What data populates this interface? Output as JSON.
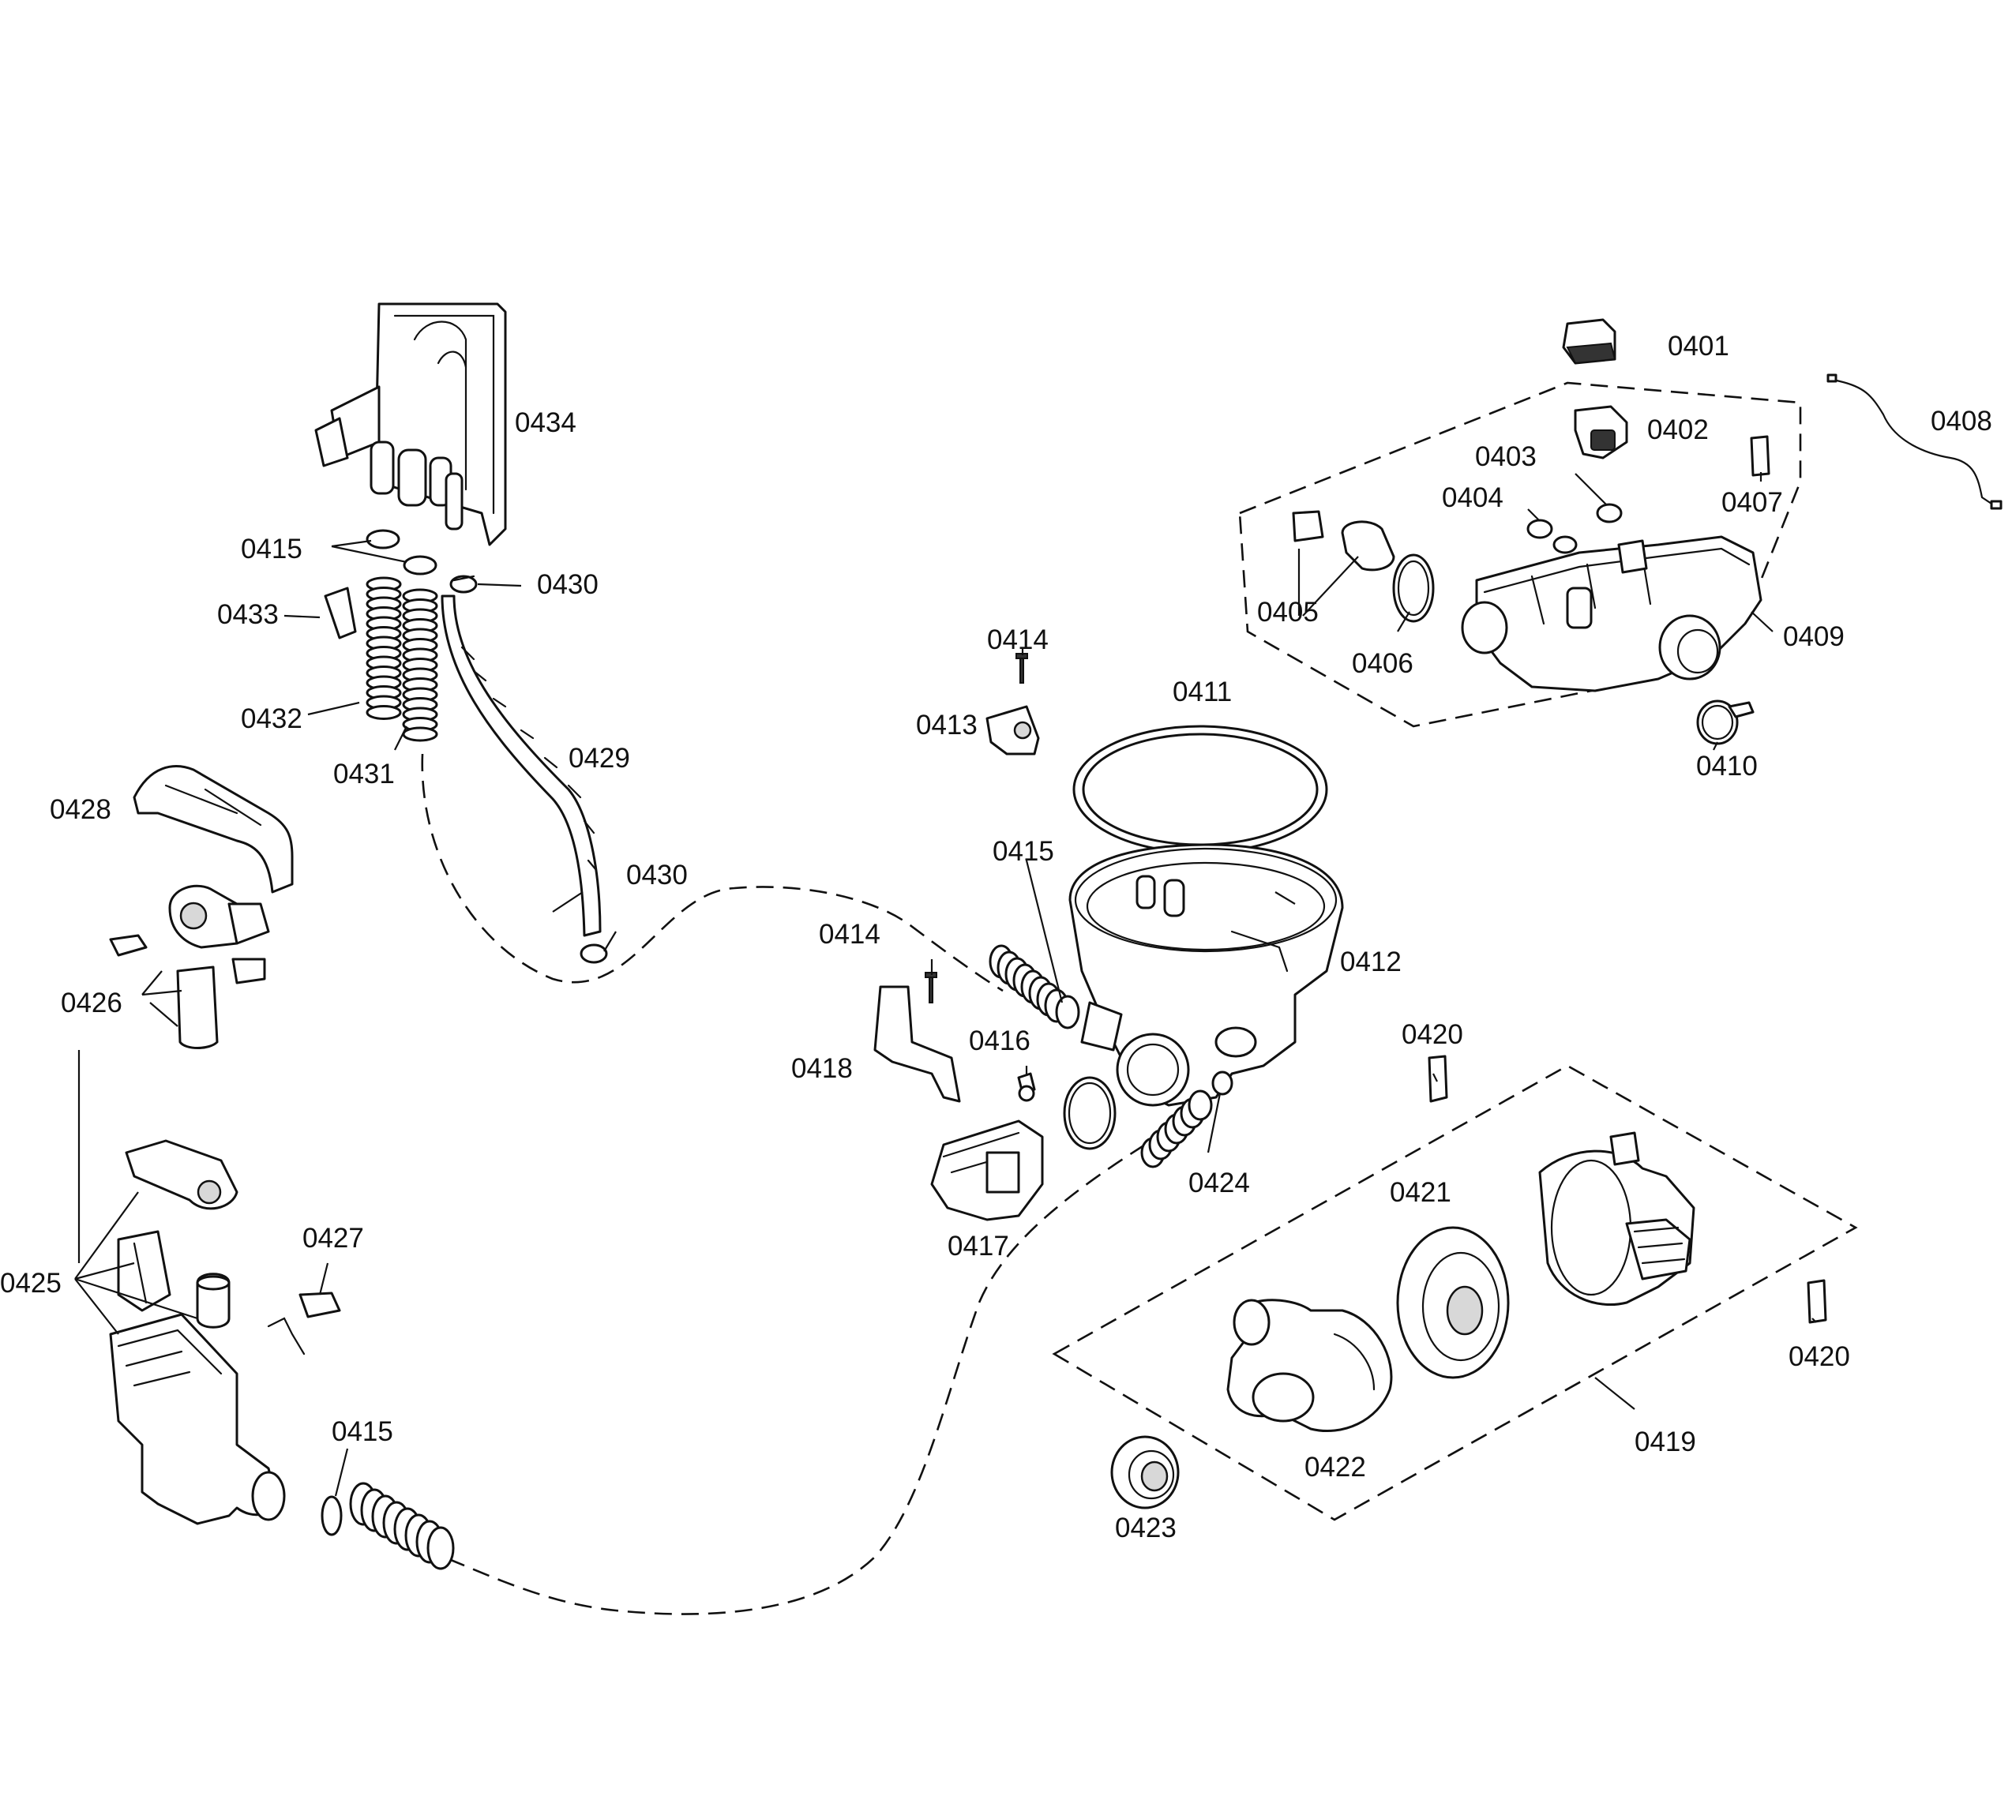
{
  "labels": {
    "p0401": "0401",
    "p0402": "0402",
    "p0403": "0403",
    "p0404": "0404",
    "p0405": "0405",
    "p0406": "0406",
    "p0407": "0407",
    "p0408": "0408",
    "p0409": "0409",
    "p0410": "0410",
    "p0411": "0411",
    "p0412": "0412",
    "p0413": "0413",
    "p0414a": "0414",
    "p0414b": "0414",
    "p0415a": "0415",
    "p0415b": "0415",
    "p0415c": "0415",
    "p0416": "0416",
    "p0417": "0417",
    "p0418": "0418",
    "p0419": "0419",
    "p0420a": "0420",
    "p0420b": "0420",
    "p0421": "0421",
    "p0422": "0422",
    "p0423": "0423",
    "p0424": "0424",
    "p0425": "0425",
    "p0426": "0426",
    "p0427": "0427",
    "p0428": "0428",
    "p0429": "0429",
    "p0430a": "0430",
    "p0430b": "0430",
    "p0431": "0431",
    "p0432": "0432",
    "p0433": "0433",
    "p0434": "0434"
  }
}
